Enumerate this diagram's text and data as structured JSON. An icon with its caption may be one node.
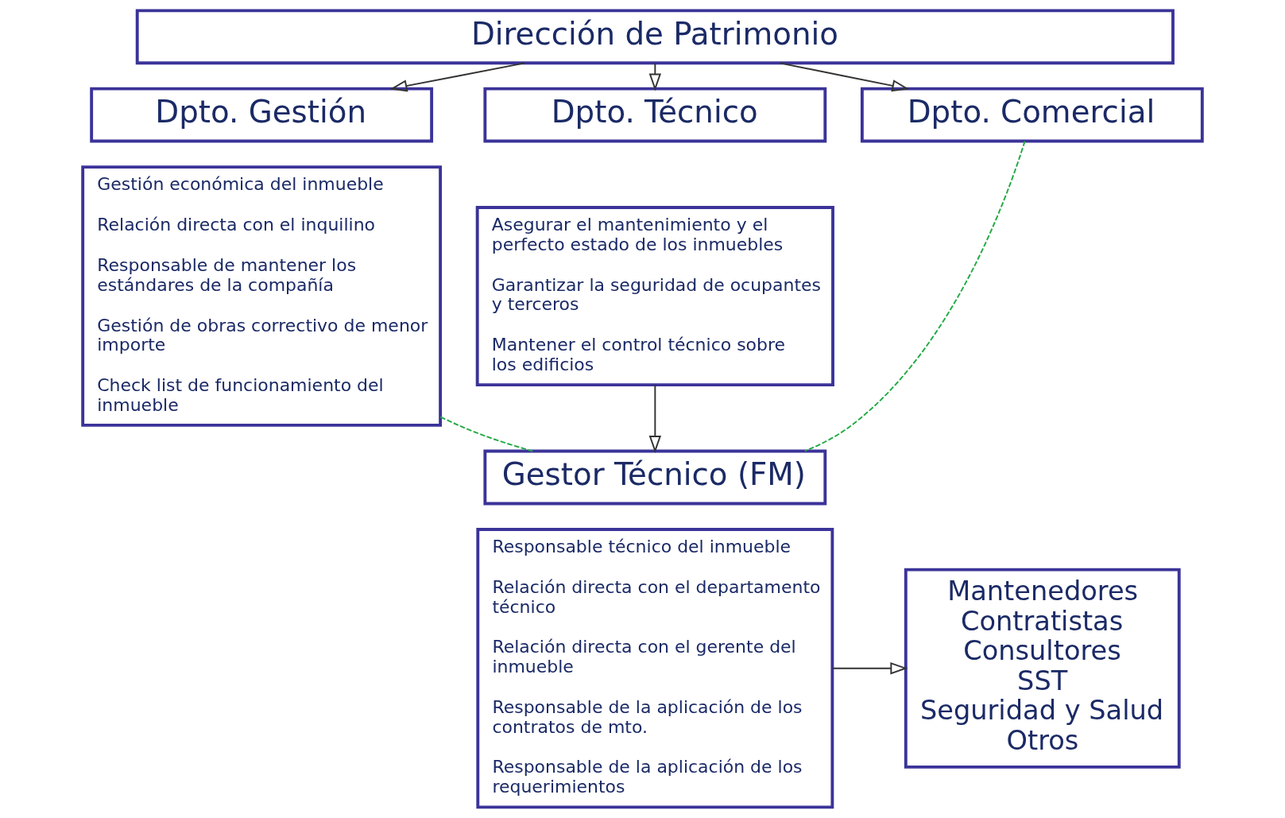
{
  "diagram": {
    "nodes": [
      {
        "text": [
          "Dirección de Patrimonio"
        ]
      },
      {
        "text": [
          "Dpto. Gestión"
        ]
      },
      {
        "text": [
          "Gestión económica del inmueble",
          "Relación directa con el inquilino",
          "Responsable de mantener los estándares de la compañía",
          "Gestión de obras correctivo de menor importe",
          "Check list de funcionamiento del inmueble"
        ]
      },
      {
        "text": [
          "Dpto. Técnico"
        ]
      },
      {
        "text": [
          "Asegurar el mantenimiento y el perfecto estado de los inmuebles",
          "Garantizar la seguridad de ocupantes y terceros",
          "Mantener el control técnico sobre los edificios"
        ]
      },
      {
        "text": [
          "Dpto. Comercial"
        ]
      },
      {
        "text": [
          "Gestor Técnico (FM)"
        ]
      },
      {
        "text": [
          "Responsable técnico del inmueble",
          "Relación directa con el departamento técnico",
          "Relación directa con el gerente del inmueble",
          "Responsable de la aplicación de los contratos de mto.",
          "Responsable de la aplicación de los requerimientos"
        ]
      },
      {
        "text": [
          "Mantenedores",
          "Contratistas",
          "Consultores",
          "SST",
          "Seguridad y Salud",
          "Otros"
        ]
      }
    ],
    "edges": [
      {
        "from": 0,
        "to": 1,
        "arrow": "to"
      },
      {
        "from": 0,
        "to": 3,
        "arrow": "to"
      },
      {
        "from": 0,
        "to": 5,
        "arrow": "to"
      },
      {
        "from": 4,
        "to": 6,
        "arrow": "to"
      },
      {
        "from": 2,
        "to": 6,
        "arrow": "none",
        "style": "dashed",
        "color": "#22aa44"
      },
      {
        "from": 5,
        "to": 6,
        "arrow": "none",
        "style": "dashed",
        "color": "#22aa44"
      },
      {
        "from": 7,
        "to": 8,
        "arrow": "to"
      }
    ]
  }
}
